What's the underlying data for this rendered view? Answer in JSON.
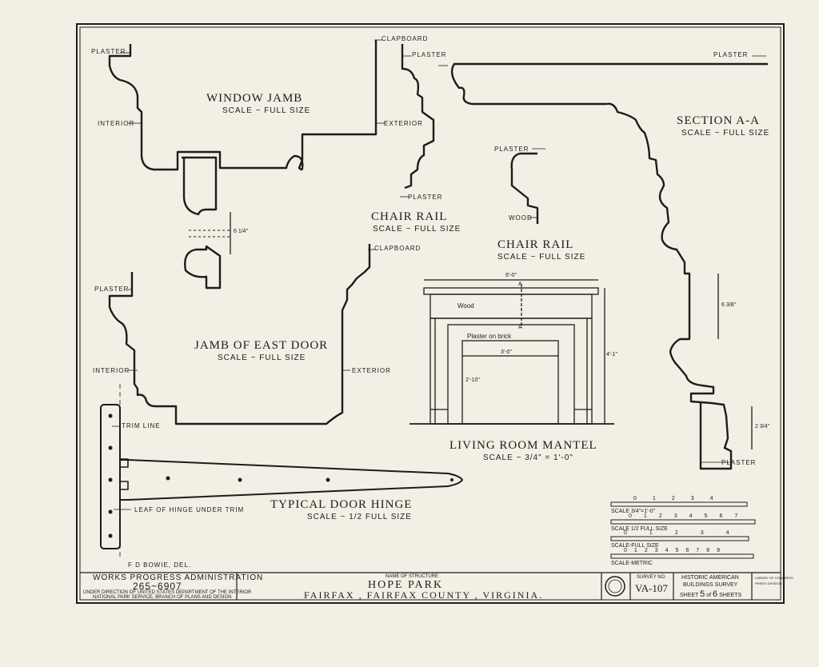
{
  "labels": {
    "window_jamb_title": "WINDOW JAMB",
    "window_jamb_scale": "SCALE ~ FULL SIZE",
    "plaster_1": "PLASTER",
    "interior_1": "INTERIOR",
    "exterior_1": "EXTERIOR",
    "clapboard_1": "CLAPBOARD",
    "chair_rail_1_title": "CHAIR RAIL",
    "chair_rail_1_scale": "SCALE ~ FULL SIZE",
    "plaster_2": "PLASTER",
    "plaster_3": "PLASTER",
    "chair_rail_2_title": "CHAIR RAIL",
    "chair_rail_2_scale": "SCALE ~ FULL SIZE",
    "plaster_4": "PLASTER",
    "wood_1": "WOOD",
    "section_title": "SECTION A-A",
    "section_scale": "SCALE ~ FULL SIZE",
    "plaster_5": "PLASTER",
    "plaster_6": "PLASTER",
    "jamb_east_title": "JAMB of EAST DOOR",
    "jamb_east_scale": "SCALE ~ FULL SIZE",
    "plaster_7": "PLASTER",
    "interior_2": "INTERIOR",
    "exterior_2": "EXTERIOR",
    "clapboard_2": "CLAPBOARD",
    "mantel_title": "LIVING ROOM MANTEL",
    "mantel_scale": "SCALE ~ 3/4\" = 1'-0\"",
    "mantel_wood": "Wood",
    "mantel_plaster": "Plaster on brick",
    "mantel_width": "6'-0\"",
    "mantel_opening": "3'-0\"",
    "mantel_height": "4'-1\"",
    "mantel_opening_h": "2'-10\"",
    "section_mark": "A",
    "trim_line": "TRIM LINE",
    "hinge_leaf": "LEAF OF HINGE UNDER TRIM",
    "hinge_title": "TYPICAL DOOR HINGE",
    "hinge_scale": "SCALE ~ 1/2 FULL SIZE",
    "delineator": "F D BOWIE, DEL.",
    "dim_window": "6 1/4\"",
    "dim_section_1": "6 3/8\"",
    "dim_section_2": "2 3/4\""
  },
  "scales": {
    "bar1_label": "SCALE 3/4\"=1'-0\"",
    "bar1_ticks": [
      "0",
      "1",
      "2",
      "3",
      "4"
    ],
    "bar2_label": "SCALE 1/2 FULL SIZE",
    "bar2_ticks": [
      "0",
      "1",
      "2",
      "3",
      "4",
      "5",
      "6",
      "7"
    ],
    "bar3_label": "SCALE-FULL SIZE",
    "bar3_ticks": [
      "0",
      "1",
      "2",
      "3",
      "4"
    ],
    "bar4_label": "SCALE-METRIC",
    "bar4_ticks": [
      "0",
      "1",
      "2",
      "3",
      "4",
      "5",
      "6",
      "7",
      "8",
      "9"
    ]
  },
  "title_block": {
    "agency": "WORKS PROGRESS ADMINISTRATION",
    "project_no": "265~6907",
    "under1": "UNDER DIRECTION OF UNITED STATES DEPARTMENT OF THE INTERIOR",
    "under2": "NATIONAL PARK SERVICE, BRANCH OF PLANS AND DESIGN",
    "name_caption": "NAME OF STRUCTURE",
    "structure": "HOPE PARK",
    "location": "FAIRFAX , FAIRFAX COUNTY , VIRGINIA.",
    "survey_caption": "SURVEY NO.",
    "survey_no": "VA-107",
    "habs1": "HISTORIC AMERICAN",
    "habs2": "BUILDINGS SURVEY",
    "sheet_word": "SHEET",
    "sheet_no": "5",
    "of_word": "of",
    "sheet_total": "6",
    "sheets_word": "SHEETS",
    "lib1": "LIBRARY OF CONGRESS",
    "lib2": "PRINTS DIVISION"
  }
}
